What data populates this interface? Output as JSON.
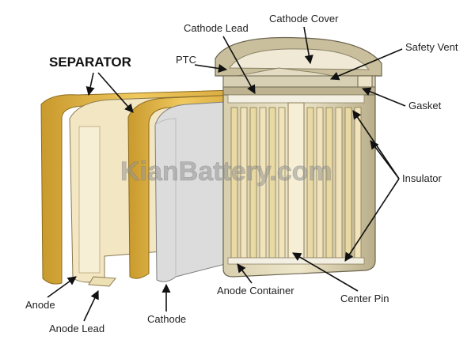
{
  "labels": {
    "separator": "SEPARATOR",
    "ptc": "PTC",
    "cathode_lead": "Cathode Lead",
    "cathode_cover": "Cathode Cover",
    "safety_vent": "Safety Vent",
    "gasket": "Gasket",
    "insulator": "Insulator",
    "anode": "Anode",
    "anode_lead": "Anode Lead",
    "cathode": "Cathode",
    "anode_container": "Anode Container",
    "center_pin": "Center Pin"
  },
  "watermark": "KianBattery.com",
  "colors": {
    "separator": "#e8bf55",
    "separator_dark": "#c99a2e",
    "anode_sheet": "#f3e6c3",
    "cathode_sheet": "#d9d9d9",
    "can": "#cfc6a6",
    "can_dark": "#a89d7a",
    "plates": "#e7d7a2",
    "outline": "#6b6450"
  }
}
